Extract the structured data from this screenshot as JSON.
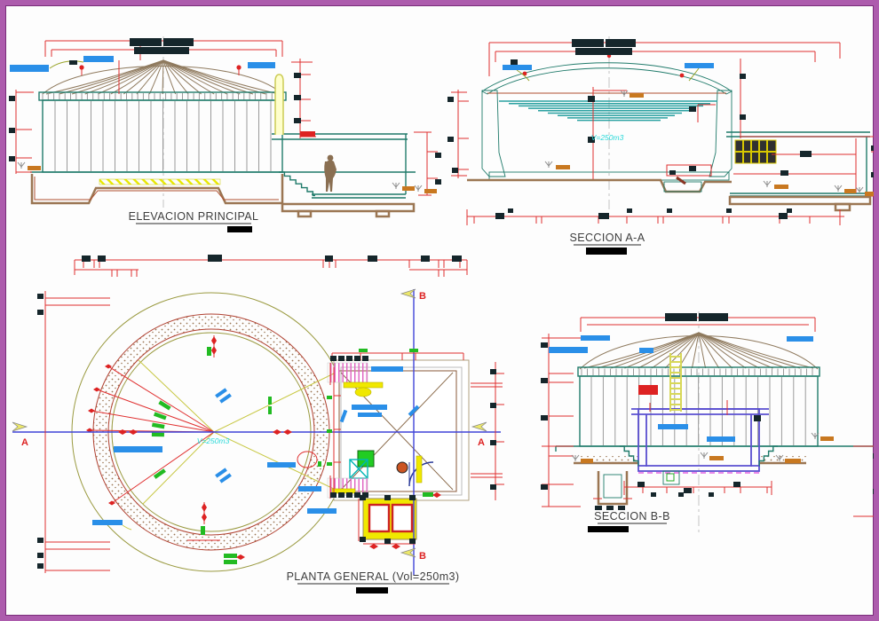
{
  "views": {
    "elevation": {
      "title": "ELEVACION PRINCIPAL"
    },
    "section_aa": {
      "title": "SECCION A-A",
      "volume_label": "V=250m3"
    },
    "plan": {
      "title": "PLANTA GENERAL (Vol=250m3)",
      "volume_label": "V=250m3",
      "markers": {
        "a_left": "A",
        "a_right": "A",
        "b_top": "B",
        "b_bottom": "B"
      }
    },
    "section_bb": {
      "title": "SECCION B-B"
    }
  },
  "colors": {
    "border_magenta": "#ad5cad",
    "dimension_red": "#e03030",
    "label_blue": "#2a8fe8",
    "cad_teal": "#1f7a6a",
    "dome_brown": "#8f7a5e",
    "stipple_brown": "#9b7653",
    "water_teal": "#2aa1a1",
    "volume_cyan": "#27d8d8",
    "accent_yellow": "#f0e800",
    "hatch_magenta": "#e060c0",
    "detail_green": "#22bb22",
    "ground_orange": "#c87820",
    "centerline_blue": "#4044d8",
    "circle_olive": "#9a9a40",
    "text_block_dark": "#15262b"
  }
}
